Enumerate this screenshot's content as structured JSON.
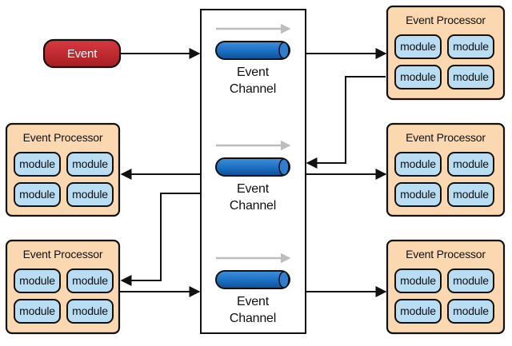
{
  "event": {
    "label": "Event",
    "color": "#c0262b"
  },
  "channels": [
    {
      "line1": "Event",
      "line2": "Channel"
    },
    {
      "line1": "Event",
      "line2": "Channel"
    },
    {
      "line1": "Event",
      "line2": "Channel"
    }
  ],
  "processors": [
    {
      "title": "Event Processor",
      "modules": [
        "module",
        "module",
        "module",
        "module"
      ]
    },
    {
      "title": "Event Processor",
      "modules": [
        "module",
        "module",
        "module",
        "module"
      ]
    },
    {
      "title": "Event Processor",
      "modules": [
        "module",
        "module",
        "module",
        "module"
      ]
    },
    {
      "title": "Event Processor",
      "modules": [
        "module",
        "module",
        "module",
        "module"
      ]
    },
    {
      "title": "Event Processor",
      "modules": [
        "module",
        "module",
        "module",
        "module"
      ]
    }
  ],
  "colors": {
    "processor_fill": "#fbd8b0",
    "module_fill": "#b9ddf3",
    "pipe_blue": "#1a6fc1",
    "event_red": "#c0262b",
    "flow_arrow_gray": "#bdbdbd"
  }
}
